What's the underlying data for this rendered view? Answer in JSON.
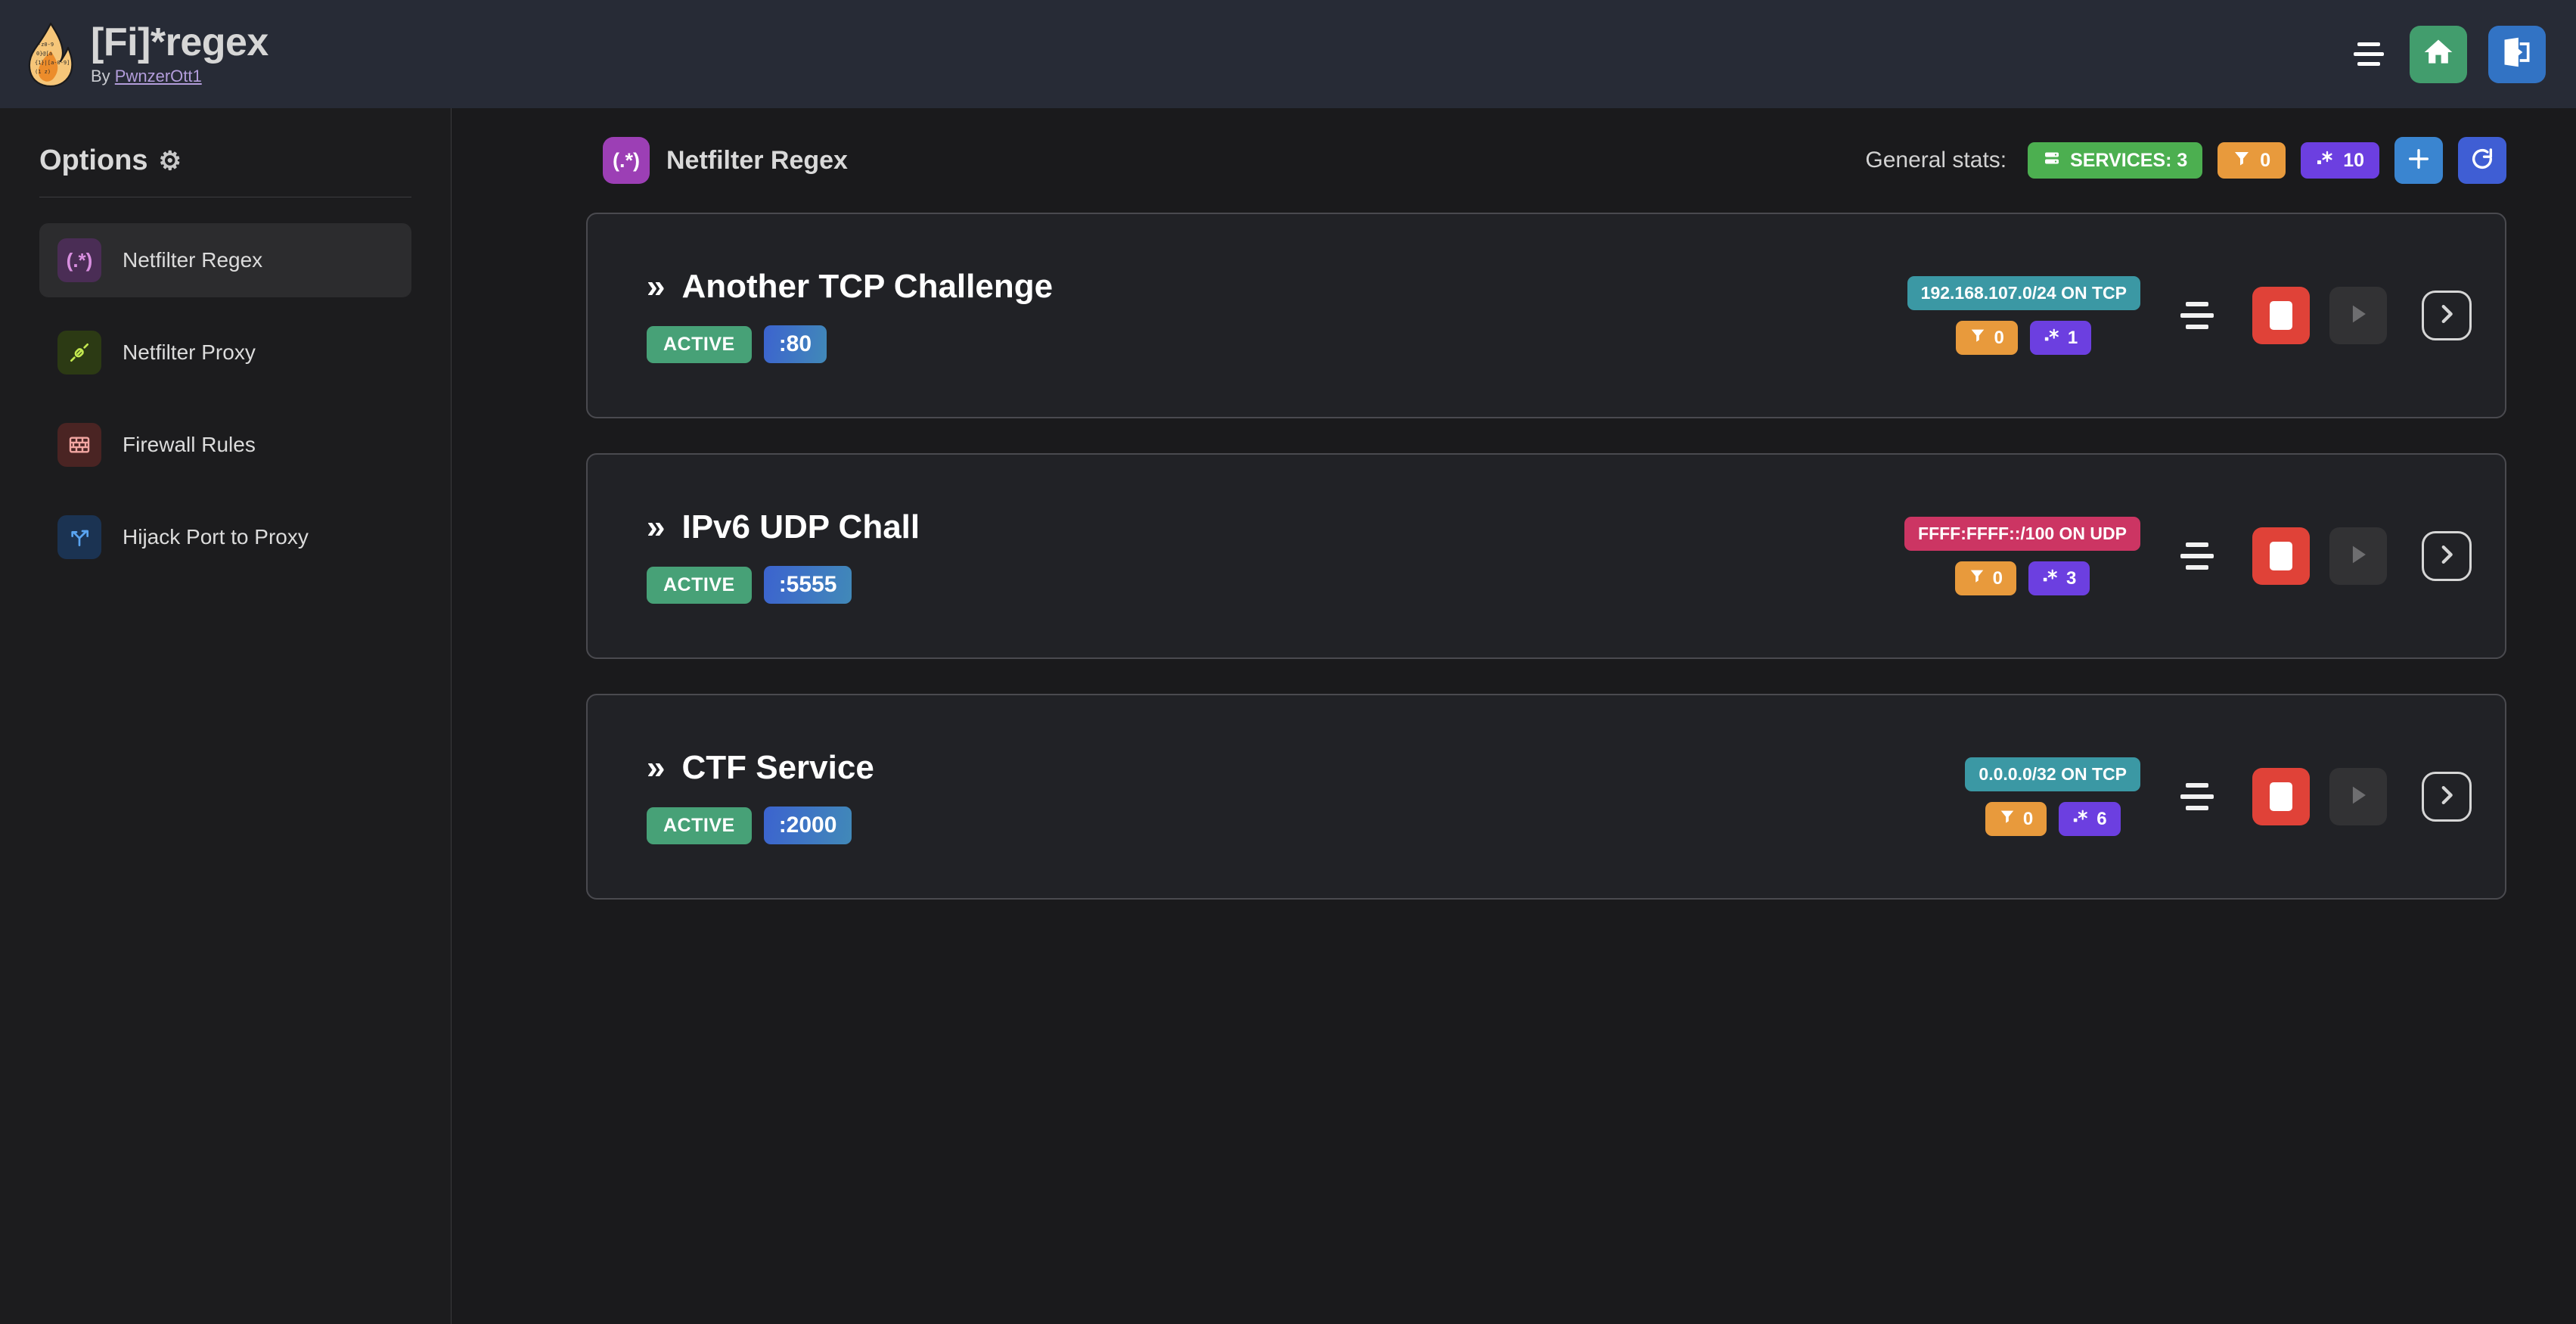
{
  "header": {
    "logo_icon": "flame-regex-logo",
    "title": "[Fi]*regex",
    "by_prefix": "By ",
    "author": "PwnzerOtt1",
    "menu_icon": "hamburger-icon",
    "home_icon": "home-icon",
    "logout_icon": "logout-icon"
  },
  "sidebar": {
    "heading": "Options",
    "gear_icon": "gear-icon",
    "items": [
      {
        "label": "Netfilter Regex",
        "icon": "regex-icon",
        "icon_text": "(.*)",
        "active": true
      },
      {
        "label": "Netfilter Proxy",
        "icon": "plug-icon",
        "icon_text": "",
        "active": false
      },
      {
        "label": "Firewall Rules",
        "icon": "brick-wall-icon",
        "icon_text": "",
        "active": false
      },
      {
        "label": "Hijack Port to Proxy",
        "icon": "fork-arrow-icon",
        "icon_text": "",
        "active": false
      }
    ]
  },
  "main": {
    "page_title": "Netfilter Regex",
    "page_title_icon": "regex-icon",
    "page_title_icon_text": "(.*)",
    "stats_label": "General stats:",
    "stats": [
      {
        "name": "services-count",
        "icon": "server-icon",
        "label": "SERVICES: 3",
        "color": "#4caf50"
      },
      {
        "name": "filters-count",
        "icon": "filter-icon",
        "label": "0",
        "color": "#e89a3c"
      },
      {
        "name": "regex-rules-count",
        "icon": "regex-dot-star-icon",
        "label": "10",
        "color": "#6c3fe0"
      }
    ],
    "add_button_icon": "plus-icon",
    "refresh_button_icon": "refresh-icon"
  },
  "services": [
    {
      "chevron": "»",
      "title": "Another TCP Challenge",
      "status": "ACTIVE",
      "port": ":80",
      "network": "192.168.107.0/24 ON TCP",
      "network_proto": "tcp",
      "filter_count": "0",
      "regex_count": "1",
      "drag_icon": "drag-handle-icon",
      "stop_icon": "stop-icon",
      "play_icon": "play-icon",
      "open_icon": "chevron-right-icon"
    },
    {
      "chevron": "»",
      "title": "IPv6 UDP Chall",
      "status": "ACTIVE",
      "port": ":5555",
      "network": "FFFF:FFFF::/100 ON UDP",
      "network_proto": "udp",
      "filter_count": "0",
      "regex_count": "3",
      "drag_icon": "drag-handle-icon",
      "stop_icon": "stop-icon",
      "play_icon": "play-icon",
      "open_icon": "chevron-right-icon"
    },
    {
      "chevron": "»",
      "title": "CTF Service",
      "status": "ACTIVE",
      "port": ":2000",
      "network": "0.0.0.0/32 ON TCP",
      "network_proto": "tcp",
      "filter_count": "0",
      "regex_count": "6",
      "drag_icon": "drag-handle-icon",
      "stop_icon": "stop-icon",
      "play_icon": "play-icon",
      "open_icon": "chevron-right-icon"
    }
  ],
  "colors": {
    "page_bg": "#1a1a1c",
    "topbar_bg": "#272b36",
    "card_bg": "#212226",
    "card_border": "#4a4a4f",
    "accent_green": "#47a177",
    "accent_red": "#e04238",
    "accent_purple": "#6c3fe0",
    "accent_orange": "#e89a3c",
    "accent_teal": "#3b98a4",
    "accent_pink": "#cc3563",
    "link": "#b39ddb"
  }
}
